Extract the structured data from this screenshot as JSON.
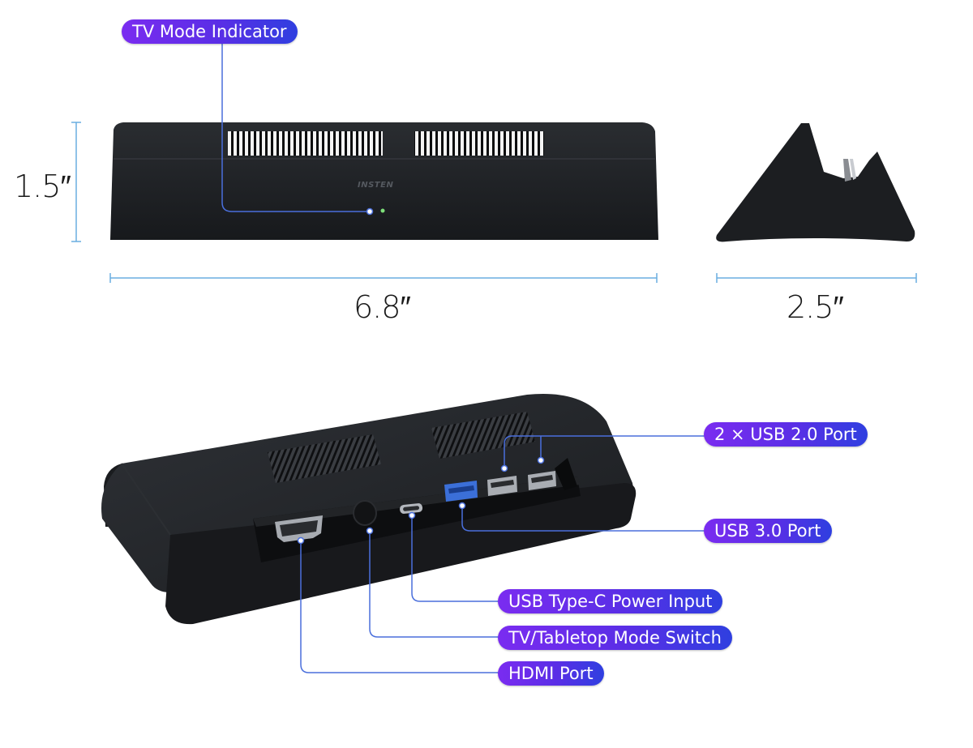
{
  "colors": {
    "accent": "#5a2ee6",
    "line": "#4a6fdc",
    "dimension": "#6aaee0",
    "device": "#1d1f22",
    "led_blue": "#8fc8ff",
    "led_green": "#7ee07a"
  },
  "callouts": {
    "tv_indicator": "TV Mode Indicator",
    "usb2": "2 × USB 2.0 Port",
    "usb3": "USB 3.0 Port",
    "usbc": "USB Type-C Power Input",
    "mode_switch": "TV/Tabletop Mode Switch",
    "hdmi": "HDMI Port"
  },
  "dimensions": {
    "height": "1.5″",
    "width": "6.8″",
    "depth": "2.5″"
  },
  "brand": "INSTEN"
}
